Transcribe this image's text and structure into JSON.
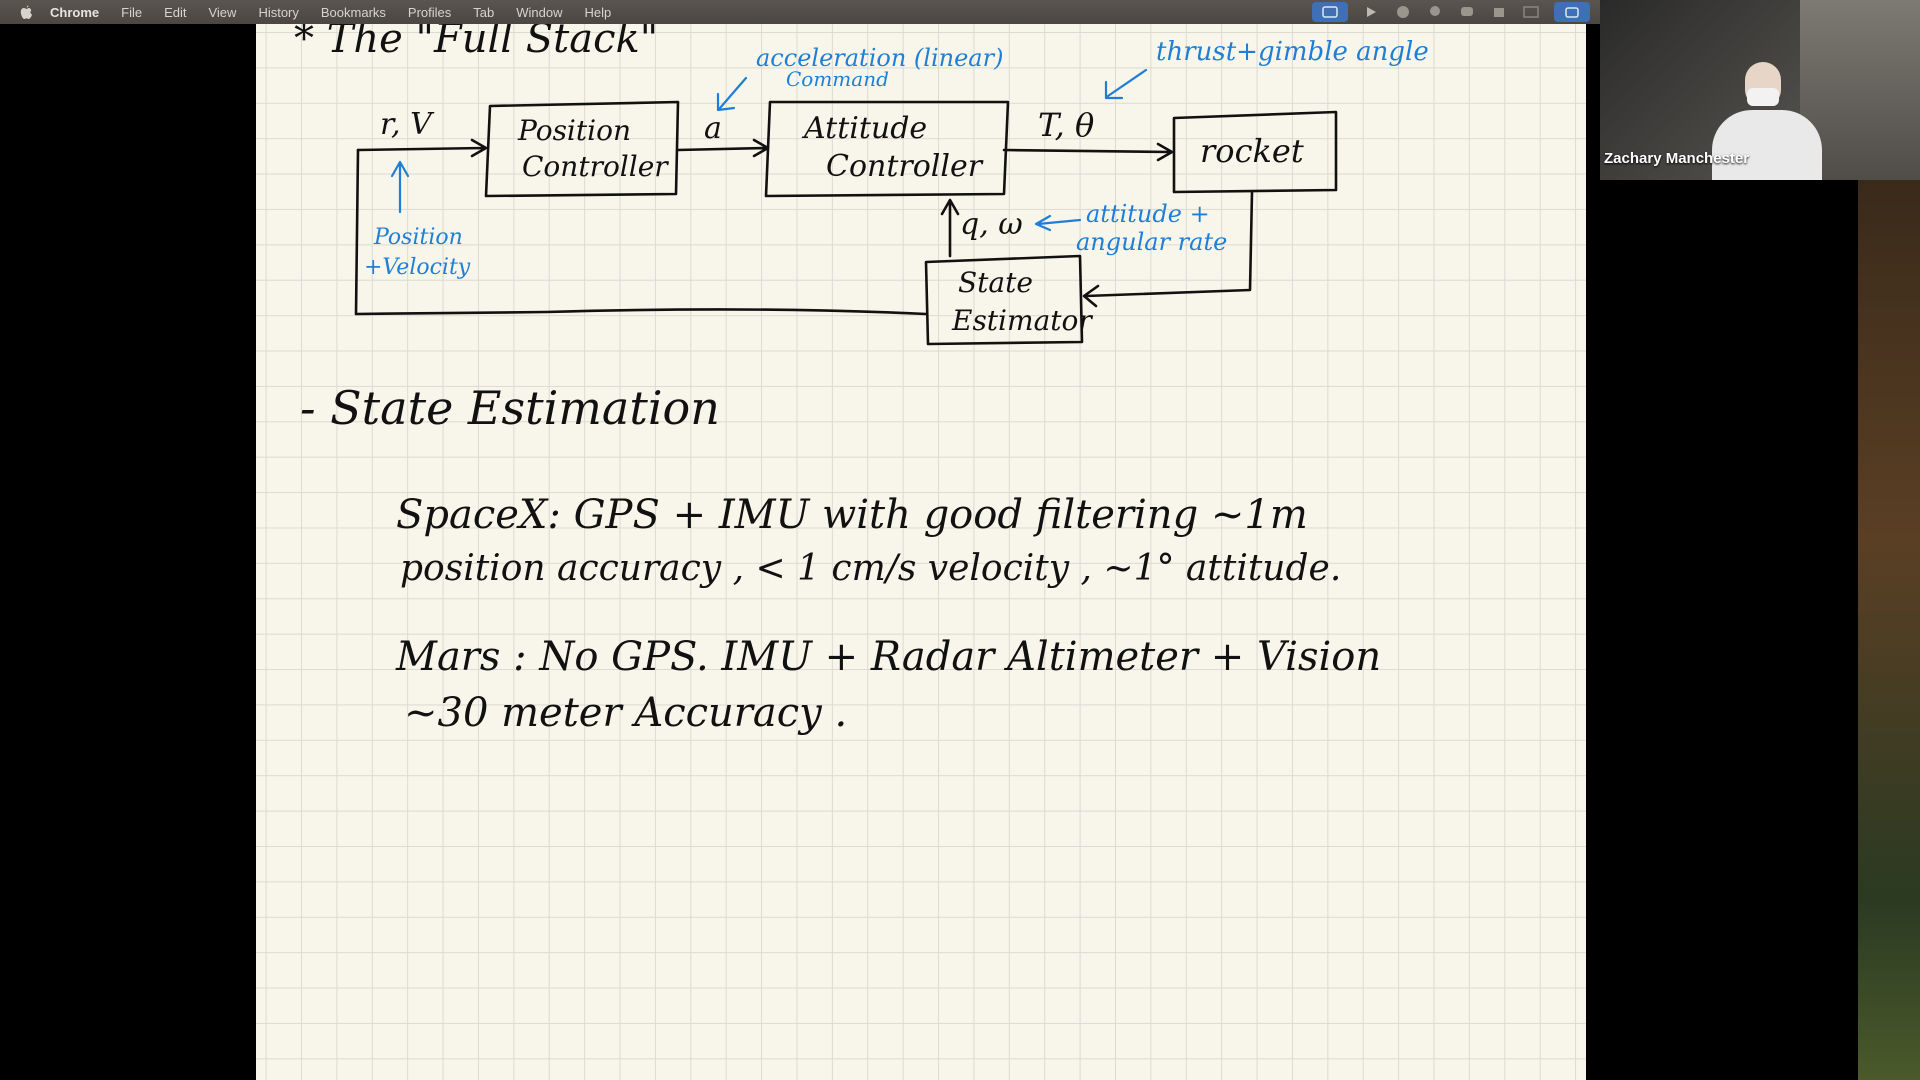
{
  "menubar": {
    "app_name": "Chrome",
    "items": [
      "File",
      "Edit",
      "View",
      "History",
      "Bookmarks",
      "Profiles",
      "Tab",
      "Window",
      "Help"
    ]
  },
  "video": {
    "participant_name": "Zachary Manchester"
  },
  "board": {
    "heading": "* The \"Full Stack\"",
    "diagram": {
      "input_label": "r, V",
      "input_note": [
        "Position",
        "+Velocity"
      ],
      "block_position": [
        "Position",
        "Controller"
      ],
      "signal_a": "a",
      "a_note": [
        "acceleration (linear)",
        "Command"
      ],
      "block_attitude": [
        "Attitude",
        "Controller"
      ],
      "signal_t": "T, θ",
      "t_note": "thrust+gimble angle",
      "block_rocket": "rocket",
      "signal_q": "q, ω",
      "q_note": [
        "attitude +",
        "angular rate"
      ],
      "block_state": [
        "State",
        "Estimator"
      ]
    },
    "section_title": "- State Estimation",
    "spacex": [
      "SpaceX:  GPS + IMU  with good filtering  ~1m",
      "position accuracy ,  < 1 cm/s velocity ,  ~1° attitude."
    ],
    "mars": [
      "Mars :  No GPS.  IMU + Radar Altimeter + Vision",
      "~30  meter  Accuracy ."
    ]
  },
  "colors": {
    "ink": "#111111",
    "annotation": "#1f7fd6",
    "paper": "#f8f6ea"
  }
}
